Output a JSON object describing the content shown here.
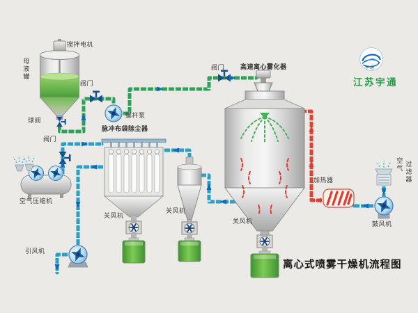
{
  "title": "离心式喷雾干燥机流程图",
  "brand": {
    "name": "江苏宇通",
    "badge": "宇通"
  },
  "labels": {
    "stir_motor": "搅拌电机",
    "mother_tank": "母液罐",
    "ball_valve": "球阀",
    "feed_valve": "阀门",
    "screw_pump": "螺杆泵",
    "top_valve": "阀门",
    "atomizer": "高速离心雾化器",
    "dust_collector": "脉冲布袋除尘器",
    "pulse_valve": "阀门",
    "air_compressor": "空气压缩机",
    "induced_fan": "引风机",
    "dc_airlock": "关风机",
    "cyclone_airlock": "关风机",
    "dryer_airlock": "关风机",
    "heater": "加热器",
    "air_filter_line1": "空气",
    "air_filter_line2": "过滤器",
    "blower": "鼓风机"
  },
  "colors": {
    "pipe_liquid": "#2fa05a",
    "pipe_air": "#2e9fc4",
    "pipe_hot": "#dd4433",
    "arrow_blue": "#1467b8",
    "arrow_red": "#e23b2e",
    "brand_green": "#1f9d43"
  }
}
